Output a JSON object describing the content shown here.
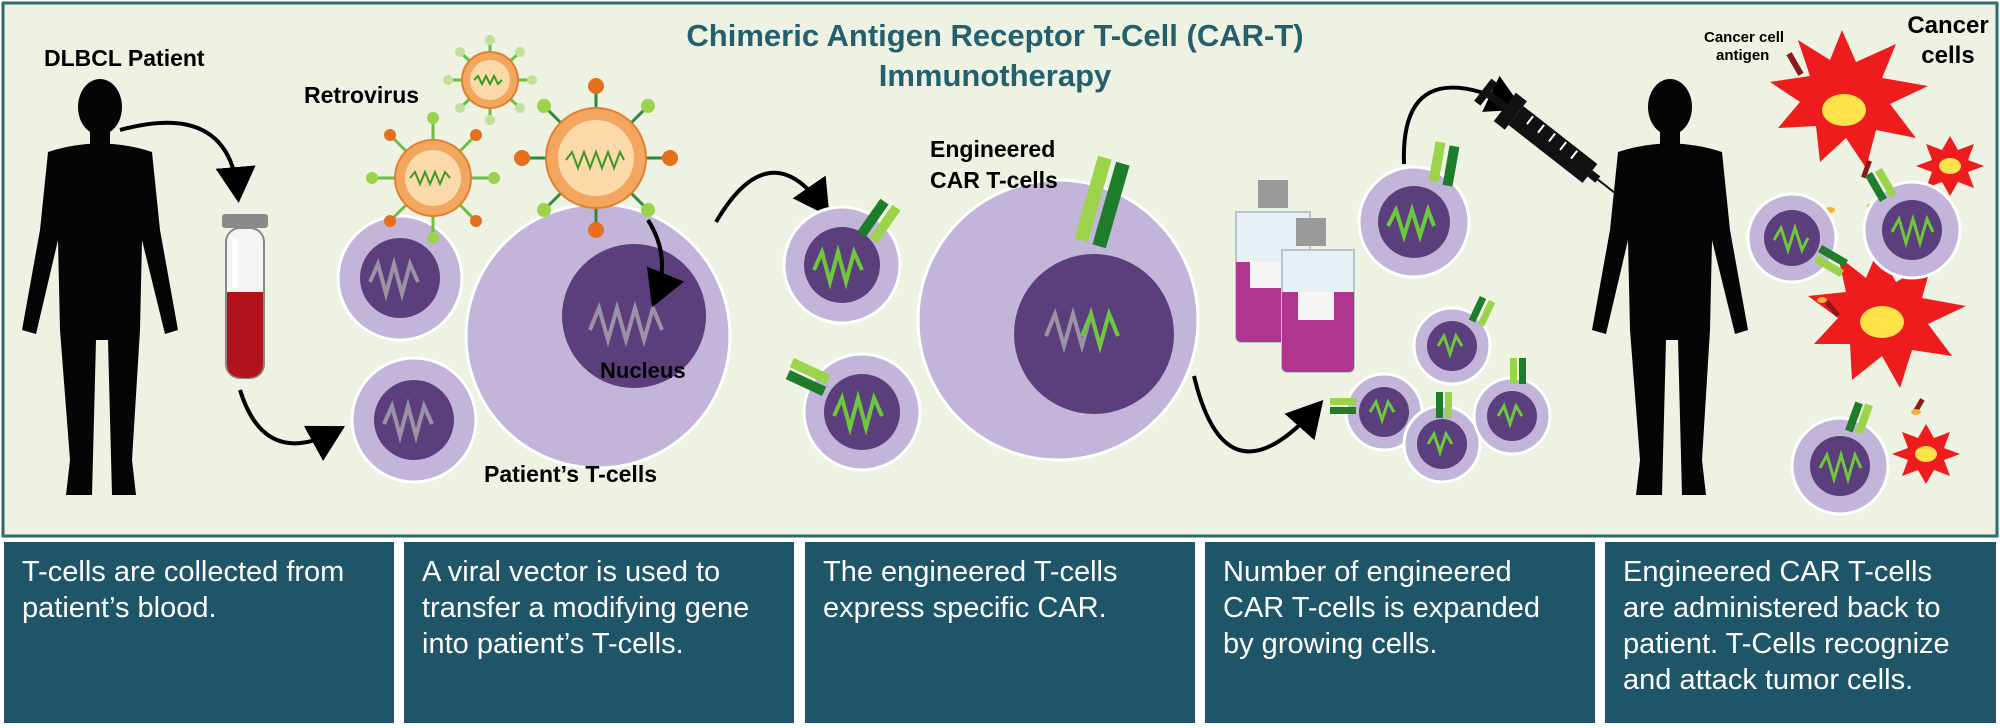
{
  "title": {
    "line1": "Chimeric Antigen Receptor T-Cell (CAR-T)",
    "line2": "Immunotherapy"
  },
  "labels": {
    "patient": "DLBCL Patient",
    "retrovirus": "Retrovirus",
    "nucleus": "Nucleus",
    "patients_tcells": "Patient’s  T-cells",
    "engineered_line1": "Engineered",
    "engineered_line2": "CAR T-cells",
    "antigen_line1": "Cancer cell",
    "antigen_line2": "antigen",
    "cancer_line1": "Cancer",
    "cancer_line2": "cells"
  },
  "steps": [
    {
      "text": "T-cells are collected from patient’s blood."
    },
    {
      "text": "A viral vector is used to transfer a modifying gene into patient’s T-cells."
    },
    {
      "text": "The engineered T-cells express specific CAR."
    },
    {
      "text": "Number of engineered CAR T-cells is expanded by growing cells."
    },
    {
      "text": "Engineered CAR T-cells are administered back to patient. T-Cells recognize and attack tumor cells."
    }
  ],
  "colors": {
    "background": "#edf2e2",
    "border": "#2f6a6e",
    "title": "#245f6e",
    "panel": "#1f5568",
    "cell_outer": "#c3b5d9",
    "cell_inner": "#5b3f7c",
    "dna_grey": "#9a93a8",
    "dna_green": "#6dc83c",
    "virus_orange": "#f2a65e",
    "car_green": "#1d7d2a",
    "car_light": "#9bd44a",
    "cancer_red": "#ee1c1c",
    "cancer_yellow": "#fde24a",
    "blood": "#b3131c",
    "flask_fluid": "#b0358c"
  }
}
